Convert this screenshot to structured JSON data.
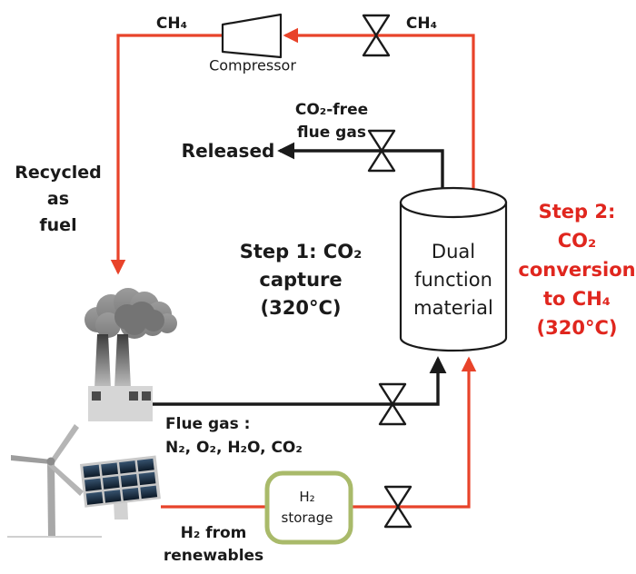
{
  "figure": {
    "title": "CO2 capture and conversion process diagram",
    "colors": {
      "line_red": "#e8432a",
      "text_red": "#e0261e",
      "line_black": "#1a1a1a",
      "storage_box_green": "#a9ba6a",
      "factory_gray": "#d6d6d6",
      "smoke_gray": "#8f8f8f",
      "solar_cell_navy": "#16293f"
    },
    "labels": {
      "ch4_left": "CH₄",
      "ch4_right": "CH₄",
      "compressor": "Compressor",
      "co2_free_line1": "CO₂-free",
      "co2_free_line2": "flue gas",
      "released": "Released",
      "recycled_line1": "Recycled",
      "recycled_line2": "as",
      "recycled_line3": "fuel",
      "step1_line1": "Step 1: CO₂",
      "step1_line2": "capture",
      "step1_line3": "(320°C)",
      "dfm_line1": "Dual",
      "dfm_line2": "function",
      "dfm_line3": "material",
      "step2_line1": "Step 2:",
      "step2_line2": "CO₂",
      "step2_line3": "conversion",
      "step2_line4": "to CH₄",
      "step2_line5": "(320°C)",
      "flue_line1": "Flue gas :",
      "flue_line2": "N₂, O₂, H₂O, CO₂",
      "h2_storage_line1": "H₂",
      "h2_storage_line2": "storage",
      "h2_from_line1": "H₂ from",
      "h2_from_line2": "renewables"
    },
    "icons": {
      "compressor": "compressor-icon",
      "valves": "valve-icon",
      "reactor": "reactor-cylinder",
      "factory": "factory-icon",
      "wind_turbine": "wind-turbine-icon",
      "solar_panel": "solar-panel-icon",
      "h2_storage_box": "h2-storage-box"
    }
  }
}
